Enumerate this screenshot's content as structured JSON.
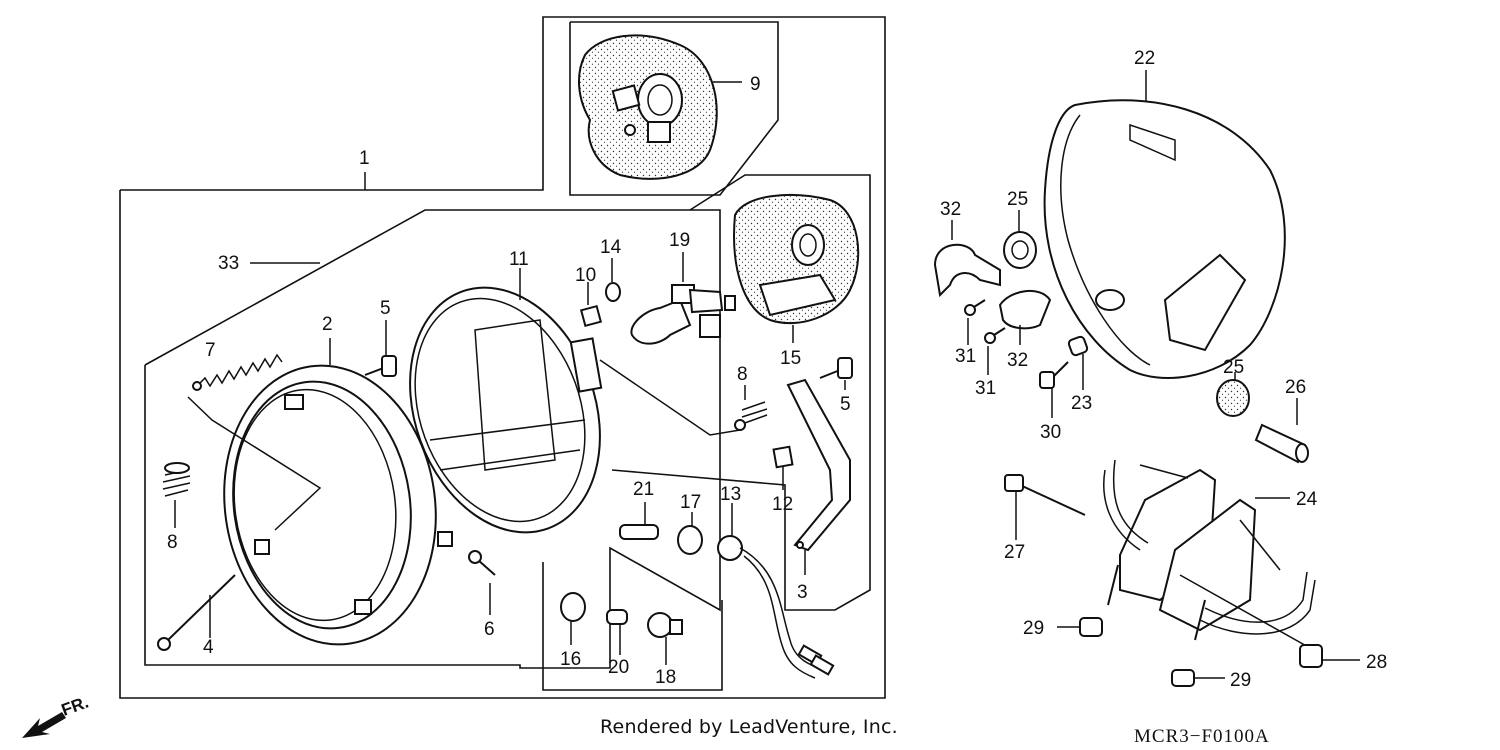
{
  "diagram": {
    "credit": "Rendered by LeadVenture, Inc.",
    "diagram_code": "MCR3−F0100A",
    "direction_marker": "FR.",
    "callouts": [
      {
        "id": "c1",
        "label": "1"
      },
      {
        "id": "c2",
        "label": "2"
      },
      {
        "id": "c3",
        "label": "3"
      },
      {
        "id": "c4",
        "label": "4"
      },
      {
        "id": "c5a",
        "label": "5"
      },
      {
        "id": "c5b",
        "label": "5"
      },
      {
        "id": "c6",
        "label": "6"
      },
      {
        "id": "c7",
        "label": "7"
      },
      {
        "id": "c8a",
        "label": "8"
      },
      {
        "id": "c8b",
        "label": "8"
      },
      {
        "id": "c9",
        "label": "9"
      },
      {
        "id": "c10",
        "label": "10"
      },
      {
        "id": "c11",
        "label": "11"
      },
      {
        "id": "c12",
        "label": "12"
      },
      {
        "id": "c13",
        "label": "13"
      },
      {
        "id": "c14",
        "label": "14"
      },
      {
        "id": "c15",
        "label": "15"
      },
      {
        "id": "c16",
        "label": "16"
      },
      {
        "id": "c17",
        "label": "17"
      },
      {
        "id": "c18",
        "label": "18"
      },
      {
        "id": "c19",
        "label": "19"
      },
      {
        "id": "c20",
        "label": "20"
      },
      {
        "id": "c21",
        "label": "21"
      },
      {
        "id": "c22",
        "label": "22"
      },
      {
        "id": "c23",
        "label": "23"
      },
      {
        "id": "c24",
        "label": "24"
      },
      {
        "id": "c25a",
        "label": "25"
      },
      {
        "id": "c25b",
        "label": "25"
      },
      {
        "id": "c26",
        "label": "26"
      },
      {
        "id": "c27",
        "label": "27"
      },
      {
        "id": "c28",
        "label": "28"
      },
      {
        "id": "c29a",
        "label": "29"
      },
      {
        "id": "c29b",
        "label": "29"
      },
      {
        "id": "c30",
        "label": "30"
      },
      {
        "id": "c31a",
        "label": "31"
      },
      {
        "id": "c31b",
        "label": "31"
      },
      {
        "id": "c32a",
        "label": "32"
      },
      {
        "id": "c32b",
        "label": "32"
      },
      {
        "id": "c33",
        "label": "33"
      }
    ]
  }
}
